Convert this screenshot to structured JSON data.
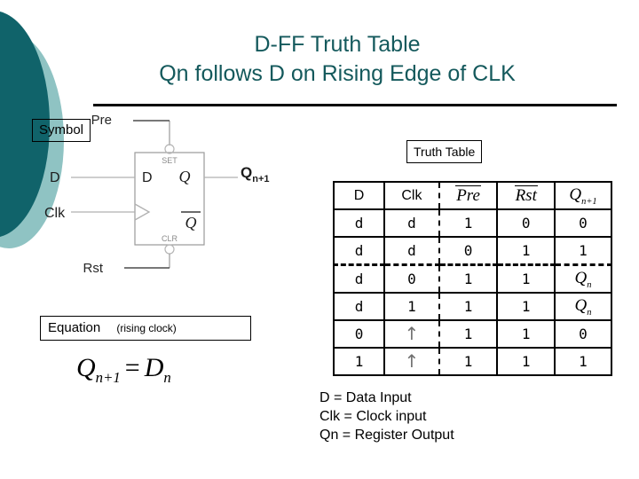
{
  "slide": {
    "title_line1": "D-FF  Truth Table",
    "title_line2": "Qn follows D on Rising Edge of CLK",
    "title_color": "#14595c",
    "background": "#ffffff",
    "deco_dark_color": "#10636a",
    "deco_light_color": "#8fc3c3"
  },
  "labels": {
    "symbol": "Symbol",
    "truth_table": "Truth Table",
    "equation": "Equation",
    "equation_note": "(rising clock)"
  },
  "symbol_diagram": {
    "pre_label": "Pre",
    "rst_label": "Rst",
    "d_input_label": "D",
    "clk_input_label": "Clk",
    "box_d_label": "D",
    "box_set_label": "SET",
    "box_clr_label": "CLR",
    "box_q_label": "Q",
    "box_qbar_label": "Q",
    "output_label_base": "Q",
    "output_label_sub": "n+1"
  },
  "equation": {
    "lhs_base": "Q",
    "lhs_sub": "n+1",
    "operator": "=",
    "rhs_base": "D",
    "rhs_sub": "n"
  },
  "truth_table": {
    "headers": [
      "D",
      "Clk",
      "Pre",
      "Rst",
      "Q"
    ],
    "header_overbars": [
      false,
      false,
      true,
      true,
      false
    ],
    "header_subs": [
      "",
      "",
      "",
      "",
      "n+1"
    ],
    "rows": [
      {
        "cells": [
          "d",
          "d",
          "1",
          "0",
          "0"
        ],
        "types": [
          "text",
          "text",
          "text",
          "text",
          "text"
        ]
      },
      {
        "cells": [
          "d",
          "d",
          "0",
          "1",
          "1"
        ],
        "types": [
          "text",
          "text",
          "text",
          "text",
          "text"
        ]
      },
      {
        "cells": [
          "d",
          "0",
          "1",
          "1",
          "Q"
        ],
        "types": [
          "text",
          "text",
          "text",
          "text",
          "math"
        ],
        "subs": [
          "",
          "",
          "",
          "",
          "n"
        ]
      },
      {
        "cells": [
          "d",
          "1",
          "1",
          "1",
          "Q"
        ],
        "types": [
          "text",
          "text",
          "text",
          "text",
          "math"
        ],
        "subs": [
          "",
          "",
          "",
          "",
          "n"
        ]
      },
      {
        "cells": [
          "0",
          "↑",
          "1",
          "1",
          "0"
        ],
        "types": [
          "text",
          "arrow",
          "text",
          "text",
          "text"
        ]
      },
      {
        "cells": [
          "1",
          "↑",
          "1",
          "1",
          "1"
        ],
        "types": [
          "text",
          "arrow",
          "text",
          "text",
          "text"
        ]
      }
    ],
    "separator_after_row": 2,
    "vertical_separator_after_column": 2
  },
  "legend": {
    "line1": "D = Data Input",
    "line2": "Clk = Clock input",
    "line3": "Qn = Register Output"
  }
}
